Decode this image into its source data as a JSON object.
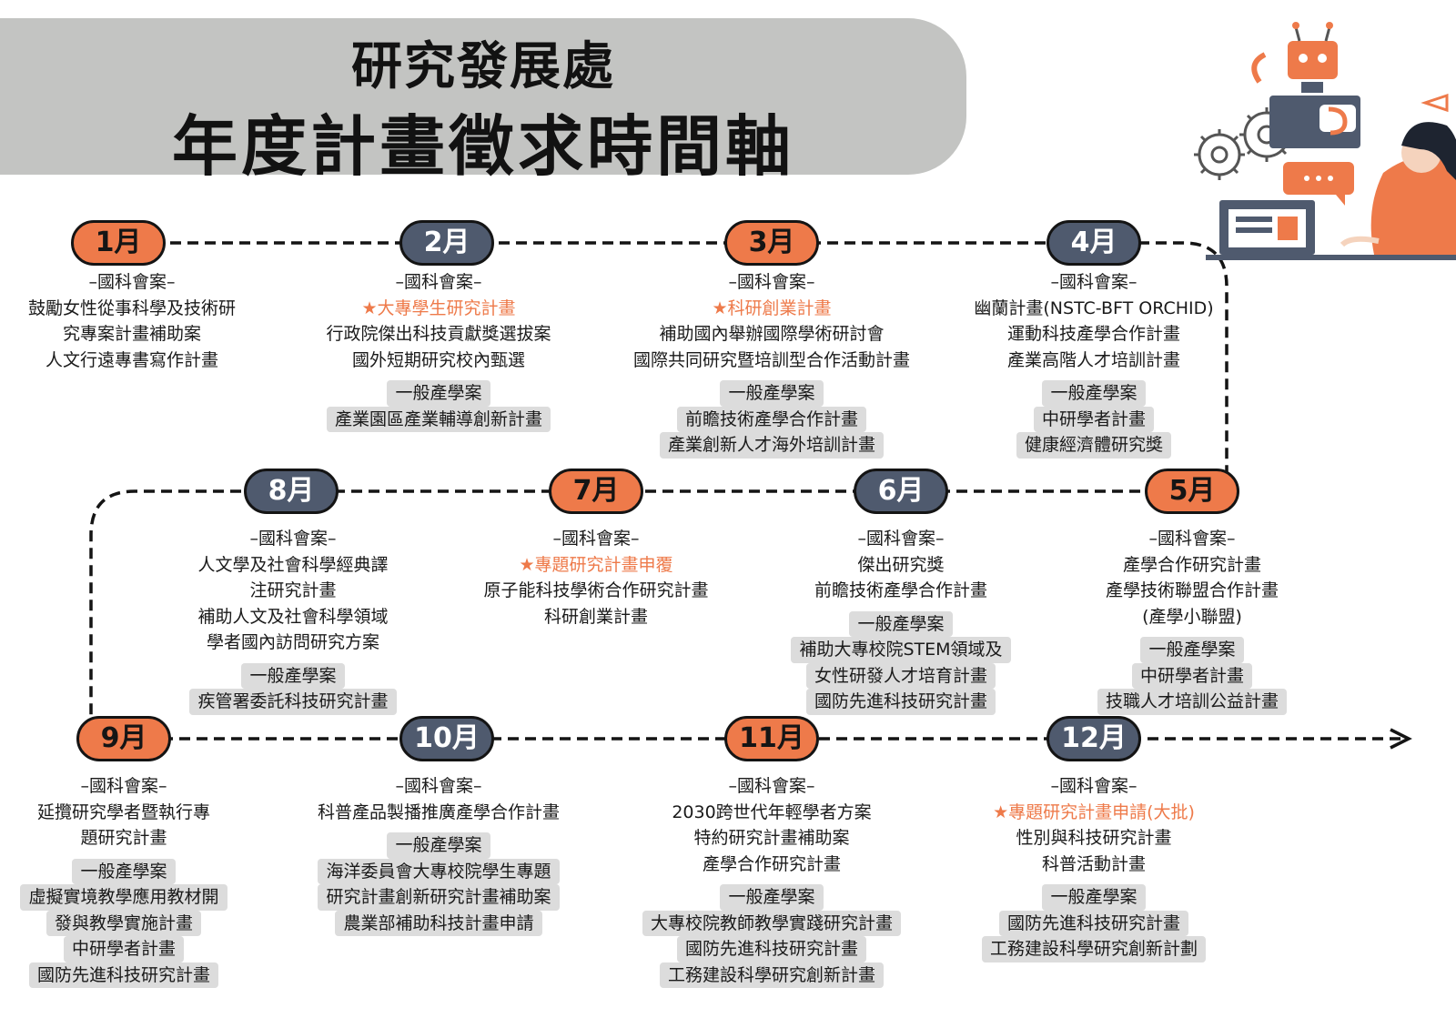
{
  "title": {
    "line1": "研究發展處",
    "line2": "年度計畫徵求時間軸"
  },
  "colors": {
    "orange": "#ee7a4a",
    "slate": "#4f5a6e",
    "banner": "#c3c4c2",
    "chip": "#dcdcdc"
  },
  "months": [
    {
      "label": "1月",
      "color": "orange",
      "nstc_header": "–國科會案–",
      "nstc": [
        "鼓勵女性從事科學及技術研",
        "究專案計畫補助案",
        "人文行遠專書寫作計畫"
      ],
      "general": []
    },
    {
      "label": "2月",
      "color": "slate",
      "nstc_header": "–國科會案–",
      "nstc": [
        "★大專學生研究計畫",
        "行政院傑出科技貢獻獎選拔案",
        "國外短期研究校內甄選"
      ],
      "general": [
        "一般產學案",
        "產業園區產業輔導創新計畫"
      ]
    },
    {
      "label": "3月",
      "color": "orange",
      "nstc_header": "–國科會案–",
      "nstc": [
        "★科研創業計畫",
        "補助國內舉辦國際學術研討會",
        "國際共同研究暨培訓型合作活動計畫"
      ],
      "general": [
        "一般產學案",
        "前瞻技術產學合作計畫",
        "產業創新人才海外培訓計畫"
      ]
    },
    {
      "label": "4月",
      "color": "slate",
      "nstc_header": "–國科會案–",
      "nstc": [
        "幽蘭計畫(NSTC-BFT ORCHID)",
        "運動科技產學合作計畫",
        "產業高階人才培訓計畫"
      ],
      "general": [
        "一般產學案",
        "中研學者計畫",
        "健康經濟體研究獎"
      ]
    },
    {
      "label": "5月",
      "color": "orange",
      "nstc_header": "–國科會案–",
      "nstc": [
        "產學合作研究計畫",
        "產學技術聯盟合作計畫",
        "(產學小聯盟)"
      ],
      "general": [
        "一般產學案",
        "中研學者計畫",
        "技職人才培訓公益計畫"
      ]
    },
    {
      "label": "6月",
      "color": "slate",
      "nstc_header": "–國科會案–",
      "nstc": [
        "傑出研究獎",
        "前瞻技術產學合作計畫"
      ],
      "general": [
        "一般產學案",
        "補助大專校院STEM領域及",
        "女性研發人才培育計畫",
        "國防先進科技研究計畫"
      ]
    },
    {
      "label": "7月",
      "color": "orange",
      "nstc_header": "–國科會案–",
      "nstc": [
        "★專題研究計畫申覆",
        "原子能科技學術合作研究計畫",
        "科研創業計畫"
      ],
      "general": []
    },
    {
      "label": "8月",
      "color": "slate",
      "nstc_header": "–國科會案–",
      "nstc": [
        "人文學及社會科學經典譯",
        "注研究計畫",
        "補助人文及社會科學領域",
        "學者國內訪問研究方案"
      ],
      "general": [
        "一般產學案",
        "疾管署委託科技研究計畫"
      ]
    },
    {
      "label": "9月",
      "color": "orange",
      "nstc_header": "–國科會案–",
      "nstc": [
        "延攬研究學者暨執行專",
        "題研究計畫"
      ],
      "general": [
        "一般產學案",
        "虛擬實境教學應用教材開",
        "發與教學實施計畫",
        "中研學者計畫",
        "國防先進科技研究計畫"
      ]
    },
    {
      "label": "10月",
      "color": "slate",
      "nstc_header": "–國科會案–",
      "nstc": [
        "科普產品製播推廣產學合作計畫"
      ],
      "general": [
        "一般產學案",
        "海洋委員會大專校院學生專題",
        "研究計畫創新研究計畫補助案",
        "農業部補助科技計畫申請"
      ]
    },
    {
      "label": "11月",
      "color": "orange",
      "nstc_header": "–國科會案–",
      "nstc": [
        "2030跨世代年輕學者方案",
        "特約研究計畫補助案",
        "產學合作研究計畫"
      ],
      "general": [
        "一般產學案",
        "大專校院教師教學實踐研究計畫",
        "國防先進科技研究計畫",
        "工務建設科學研究創新計畫"
      ]
    },
    {
      "label": "12月",
      "color": "slate",
      "nstc_header": "–國科會案–",
      "nstc": [
        "★專題研究計畫申請(大批)",
        "性別與科技研究計畫",
        "科普活動計畫"
      ],
      "general": [
        "一般產學案",
        "國防先進科技研究計畫",
        "工務建設科學研究創新計劃"
      ]
    }
  ]
}
